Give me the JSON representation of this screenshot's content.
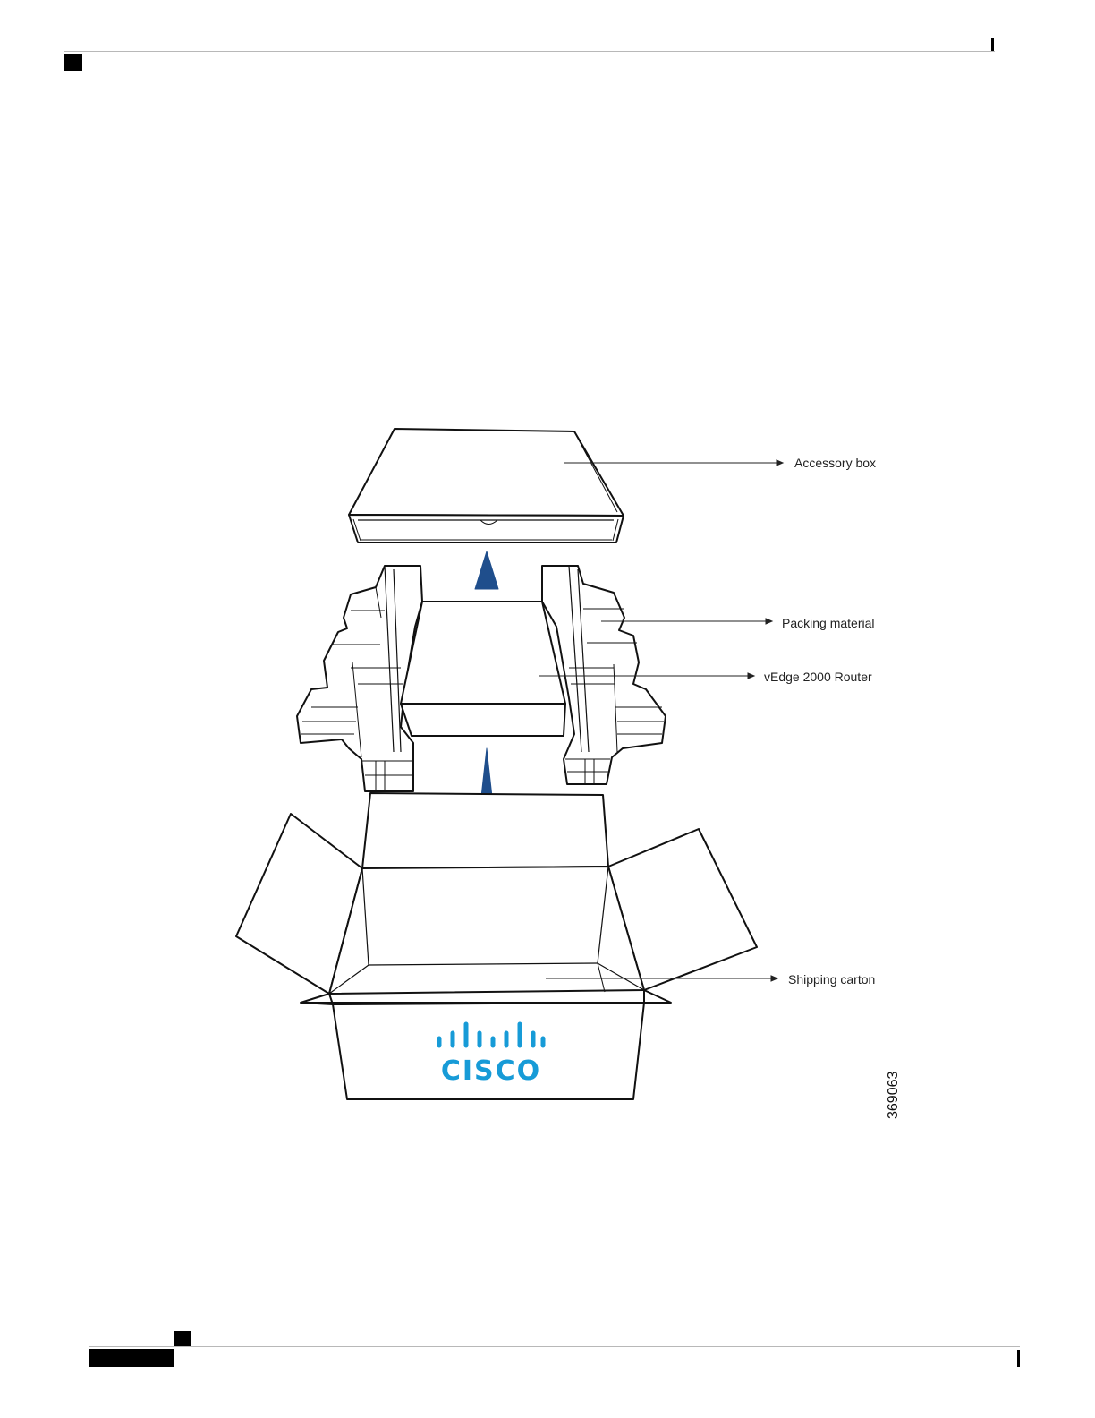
{
  "figure": {
    "callouts": {
      "accessory_box": "Accessory box",
      "packing_material": "Packing material",
      "router": "vEdge 2000 Router",
      "shipping_carton": "Shipping carton"
    },
    "figure_id": "369063",
    "logo_text": "CISCO"
  },
  "colors": {
    "arrow": "#1f4e8c",
    "logo": "#179bd7",
    "line": "#111111"
  },
  "icons": {
    "up_arrow": "up-arrow-icon",
    "logo": "cisco-logo"
  }
}
